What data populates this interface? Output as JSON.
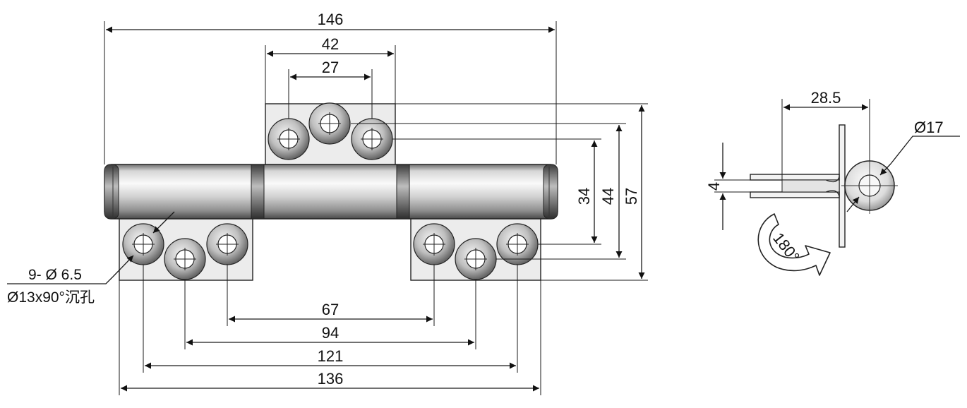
{
  "dimensions": {
    "overall_length": "146",
    "top_leaf_width": "42",
    "top_hole_spacing": "27",
    "bottom_inner_spacing": "67",
    "bottom_mid_spacing": "94",
    "bottom_outer_spacing": "121",
    "bottom_overall": "136",
    "height_inner": "34",
    "height_mid": "44",
    "height_overall": "57",
    "side_width": "28.5",
    "side_gap": "4",
    "knuckle_diameter": "Ø17",
    "rotation": "180°"
  },
  "hole_note": {
    "line1": "9- Ø 6.5",
    "line2": "Ø13x90°沉孔"
  },
  "colors": {
    "line": "#1a1a1a",
    "plate_fill": "#ececec",
    "barrel_dark": "#6e6e6e",
    "barrel_light": "#fafafa"
  }
}
